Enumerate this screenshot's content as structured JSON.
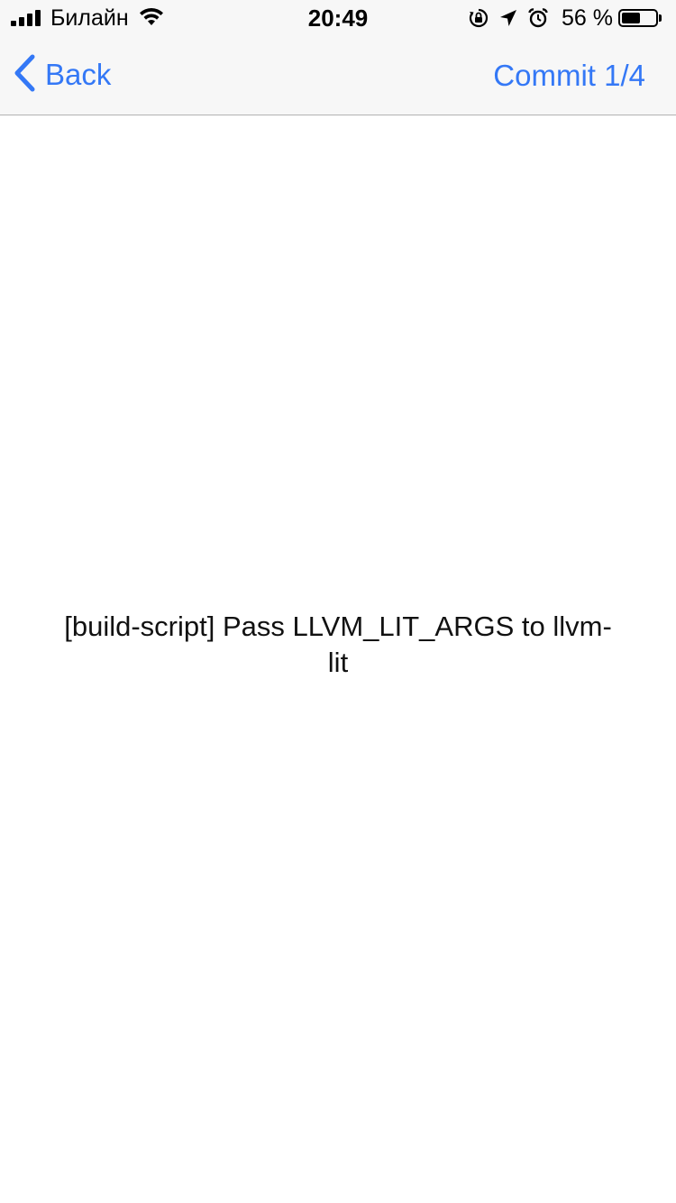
{
  "status_bar": {
    "carrier": "Билайн",
    "time": "20:49",
    "battery_percent": "56 %",
    "battery_level": 0.56,
    "icons": [
      "signal-icon",
      "wifi-icon",
      "orientation-lock-icon",
      "location-icon",
      "alarm-icon",
      "battery-icon"
    ]
  },
  "nav": {
    "back_label": "Back",
    "commit_label": "Commit 1/4"
  },
  "content": {
    "message": "[build-script] Pass LLVM_LIT_ARGS to llvm-lit"
  },
  "colors": {
    "accent": "#3478f6",
    "bar_background": "#f7f7f7",
    "divider": "#b2b2b2"
  }
}
